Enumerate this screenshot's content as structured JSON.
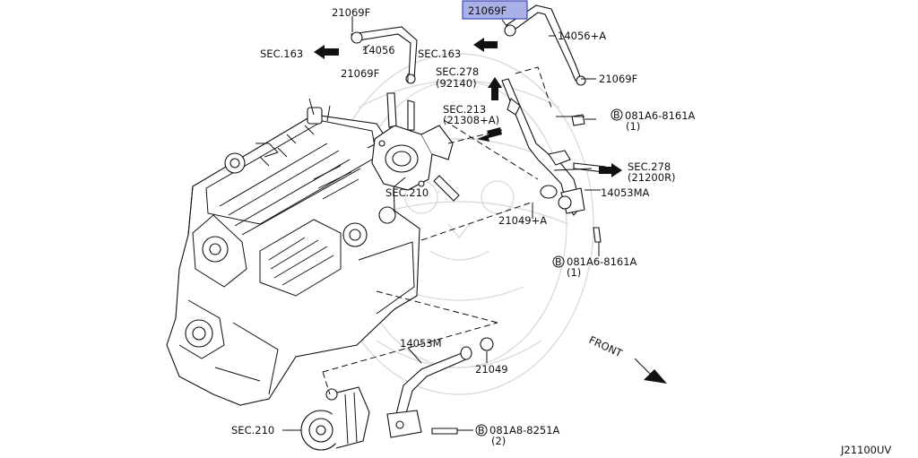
{
  "colors": {
    "highlight_fill": "#aab1e6",
    "highlight_stroke": "#3d4bb8",
    "ink": "#111111"
  },
  "labels": {
    "p21069f_top_left": "21069F",
    "p21069f_highlight": "21069F",
    "p14056": "14056",
    "sec163_left": "SEC.163",
    "sec163_mid": "SEC.163",
    "p14056a": "14056+A",
    "p21069f_mid": "21069F",
    "p21069f_right": "21069F",
    "sec278_top": "SEC.278",
    "sec278_top_sub": "(92140)",
    "sec213": "SEC.213",
    "sec213_sub": "(21308+A)",
    "bolt1": "081A6-8161A",
    "bolt1_qty": "(1)",
    "sec278_right": "SEC.278",
    "sec278_right_sub": "(21200R)",
    "p14053ma": "14053MA",
    "sec210_mid": "SEC.210",
    "p21049a": "21049+A",
    "bolt2": "081A6-8161A",
    "bolt2_qty": "(1)",
    "p14053m": "14053M",
    "p21049": "21049",
    "front": "FRONT",
    "sec210_bottom": "SEC.210",
    "bolt3": "081A8-8251A",
    "bolt3_qty": "(2)",
    "bolt_symbol": "B",
    "diagram_code": "J21100UV"
  }
}
